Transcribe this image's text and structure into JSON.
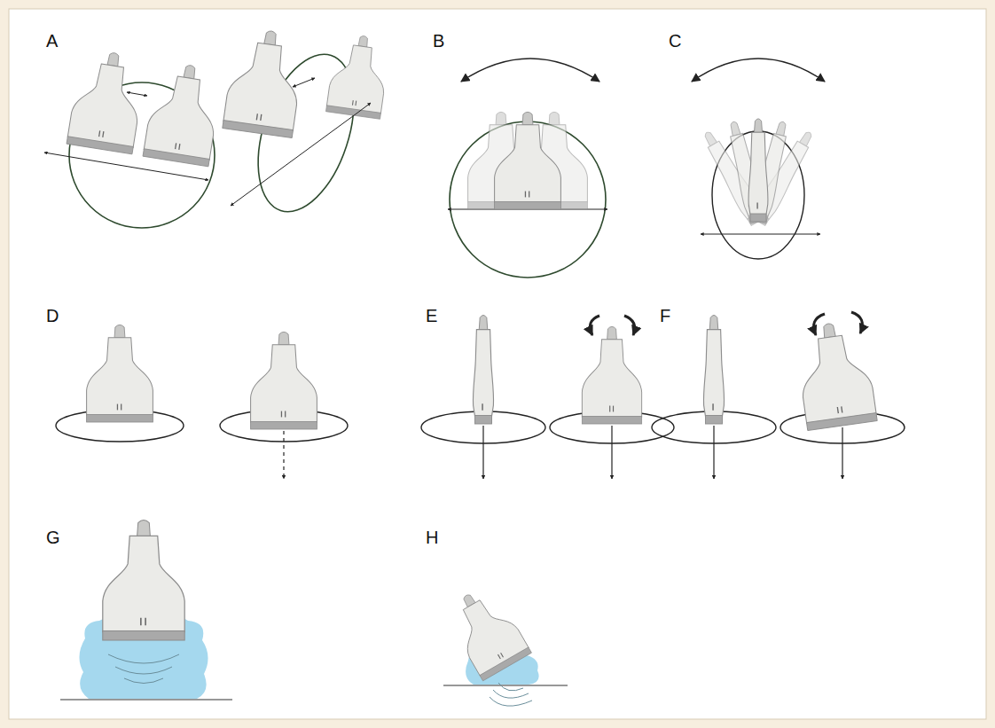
{
  "diagram": {
    "labels": [
      "A",
      "B",
      "C",
      "D",
      "E",
      "F",
      "G",
      "H"
    ]
  }
}
